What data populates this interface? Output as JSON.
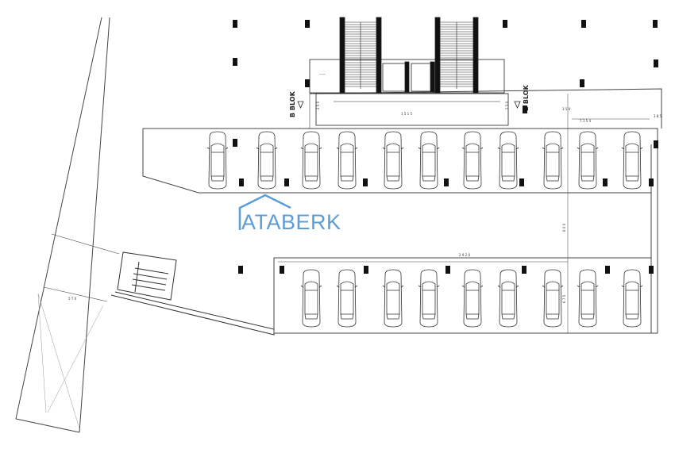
{
  "watermark": {
    "text": "ATABERK",
    "color": "#5d9dd6"
  },
  "block_labels": {
    "left": "B BLOK",
    "right": "B BLOK"
  },
  "dimensions": {
    "stair_span": "1 5 1 5",
    "top_right_a": "3 5 0",
    "top_right_b": "7 1 5 4",
    "top_right_c": "3 8 5",
    "center_vertical": "6 0 0",
    "lower_vertical": "6 7 5",
    "lower_span": "2 9 2 0",
    "ramp": "5 7 0",
    "left_offset_a": "2 5 0",
    "left_offset_b": "2 5 0"
  },
  "parking": {
    "top_row_cars": 11,
    "bottom_row_cars": 9
  }
}
